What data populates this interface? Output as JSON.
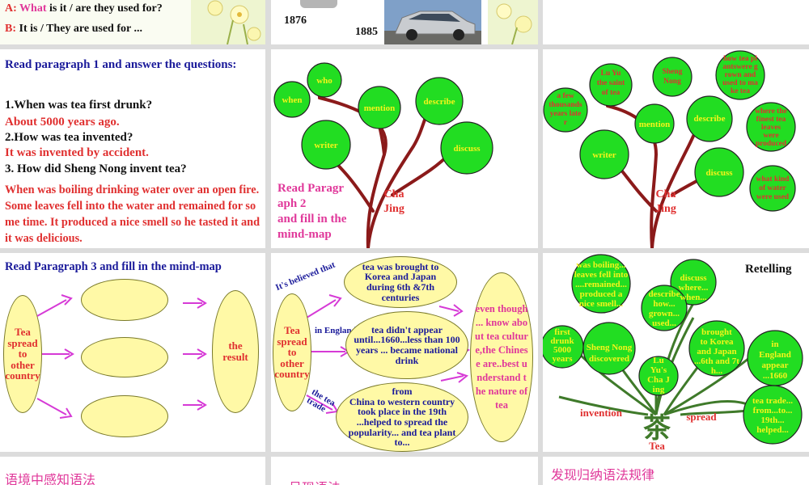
{
  "p1": {
    "a_prefix": "A: ",
    "a_what": "What",
    "a_rest": " is it / are they used for?",
    "b_prefix": "B: ",
    "b_rest": "It is / They are used for ..."
  },
  "p2": {
    "year1": "1876",
    "year2": "1885"
  },
  "p4": {
    "instruction": "Read paragraph 1 and answer the questions:",
    "q1": "1.When was tea first drunk?",
    "a1": "About 5000 years ago.",
    "q2": "2.How was tea invented?",
    "a2": "It was invented by accident.",
    "q3": "3. How did Sheng Nong invent tea?",
    "a3": "When was boiling drinking water over an open fire. Some leaves fell into the water and remained for some time. It produced a nice smell so he tasted it and it was delicious."
  },
  "p5": {
    "leaves": {
      "who": "who",
      "when": "when",
      "mention": "mention",
      "describe": "describe",
      "writer": "writer",
      "discuss": "discuss"
    },
    "trunk_label": [
      "Cha",
      "Jing"
    ],
    "instruction": [
      "Read Paragr",
      "aph 2",
      "and fill in the",
      "mind-map"
    ]
  },
  "p6": {
    "leaves": {
      "few": [
        "a few",
        "thousands",
        "years late",
        "r"
      ],
      "luyu": [
        "Lu Yu",
        "the saint",
        "of tea"
      ],
      "sheng": [
        "Sheng",
        "Nong"
      ],
      "how": [
        "how tea pl",
        "antswere g",
        "rown and",
        "used to ma",
        "ke tea"
      ],
      "mention": "mention",
      "describe": "describe",
      "writer": "writer",
      "discuss": "discuss",
      "where": [
        "where the",
        "finest tea",
        "leaves",
        "were",
        "produced"
      ],
      "what": [
        "what kind",
        "of water",
        "were used"
      ]
    },
    "trunk_label": [
      "Cha",
      "Jing"
    ]
  },
  "p7": {
    "instruction": "Read Paragraph 3 and fill in the mind-map",
    "left": [
      "Tea",
      "spread",
      "to",
      "other",
      "country"
    ],
    "right": [
      "the",
      "result"
    ]
  },
  "p8": {
    "left": [
      "Tea",
      "spread",
      "to",
      "other",
      "country"
    ],
    "label1": "It's believed that",
    "label2": "in England",
    "label3": "the tea trade",
    "top": "tea was brought to Korea and Japan during 6th &7th centuries",
    "mid": "tea didn't appear until...1660...less than 100 years ... became national drink",
    "bottom_from": "from",
    "bottom": "China  to western country took place in the 19th ...helped to spread the popularity... and tea plant to...",
    "right": "even though ... know about tea culture,the Chinese are..best understand the nature of tea"
  },
  "p9": {
    "title": "Retelling",
    "leaves": {
      "boil": [
        "was boiling...",
        "leaves fell into",
        "....remained...",
        "produced a",
        "nice smell..."
      ],
      "discuss": [
        "discuss",
        "where...",
        "when..."
      ],
      "describe": [
        "describe",
        "how...",
        "grown...",
        "used..."
      ],
      "first": [
        "first",
        "drunk",
        "5000",
        "years"
      ],
      "sheng": [
        "Sheng Nong",
        "discovered"
      ],
      "luyu": [
        "Lu",
        "Yu's",
        "Cha J",
        "ing"
      ],
      "brought": [
        "brought",
        "to Korea",
        "and Japan",
        "...6th and 7t",
        "h..."
      ],
      "england": [
        "in",
        "England",
        "appear",
        "...1660"
      ],
      "trade": [
        "tea trade...",
        "from...to...",
        "19th...",
        "helped..."
      ]
    },
    "invention": "invention",
    "spread": "spread",
    "tea": "Tea",
    "char": "茶"
  },
  "p10": {
    "text": "语境中感知语法"
  },
  "p11": {
    "text": "呈现语法"
  },
  "p12": {
    "text": "发现归纳语法规律"
  }
}
